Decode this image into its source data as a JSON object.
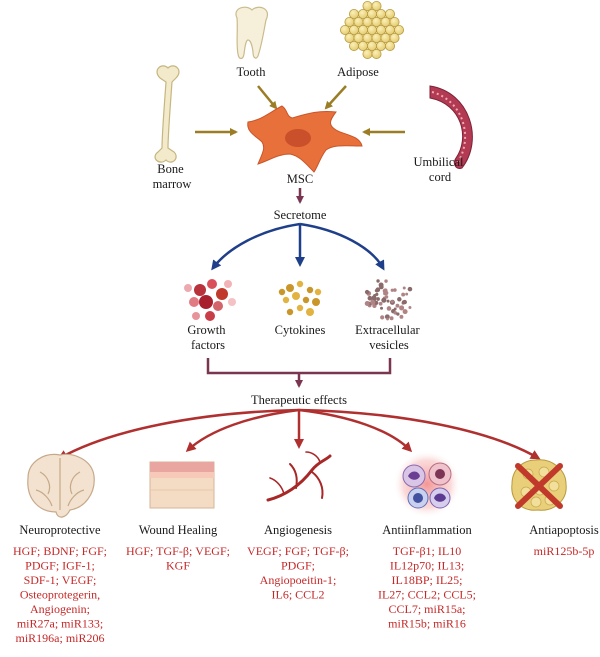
{
  "sources": {
    "tooth": "Tooth",
    "adipose": "Adipose",
    "bone_marrow": [
      "Bone",
      "marrow"
    ],
    "umbilical_cord": [
      "Umbilical",
      "cord"
    ]
  },
  "center": {
    "msc": "MSC",
    "secretome": "Secretome"
  },
  "secretome_items": {
    "growth_factors": [
      "Growth",
      "factors"
    ],
    "cytokines": "Cytokines",
    "extracellular_vesicles": [
      "Extracellular",
      "vesicles"
    ]
  },
  "therapeutic_effects": "Therapeutic effects",
  "effects": [
    {
      "title": "Neuroprotective",
      "molecules": [
        "HGF; BDNF; FGF;",
        "PDGF; IGF-1;",
        "SDF-1; VEGF;",
        "Osteoprotegerin,",
        "Angiogenin;",
        "miR27a; miR133;",
        "miR196a; miR206"
      ]
    },
    {
      "title": "Wound Healing",
      "molecules": [
        "HGF; TGF-β; VEGF;",
        "KGF"
      ]
    },
    {
      "title": "Angiogenesis",
      "molecules": [
        "VEGF; FGF; TGF-β;",
        "PDGF;",
        "Angiopoeitin-1;",
        "IL6; CCL2"
      ]
    },
    {
      "title": "Antiinflammation",
      "molecules": [
        "TGF-β1; IL10",
        "IL12p70; IL13;",
        "IL18BP; IL25;",
        "IL27; CCL2; CCL5;",
        "CCL7; miR15a;",
        "miR15b; miR16"
      ]
    },
    {
      "title": "Antiapoptosis",
      "molecules": [
        "miR125b-5p"
      ]
    }
  ],
  "colors": {
    "source_arrow": "#9a7d24",
    "msc_cell": "#e8703a",
    "blue_arrow": "#1f3f8a",
    "bracket": "#7a3550",
    "red_arrow": "#b03030",
    "molecule_text": "#c62828"
  }
}
